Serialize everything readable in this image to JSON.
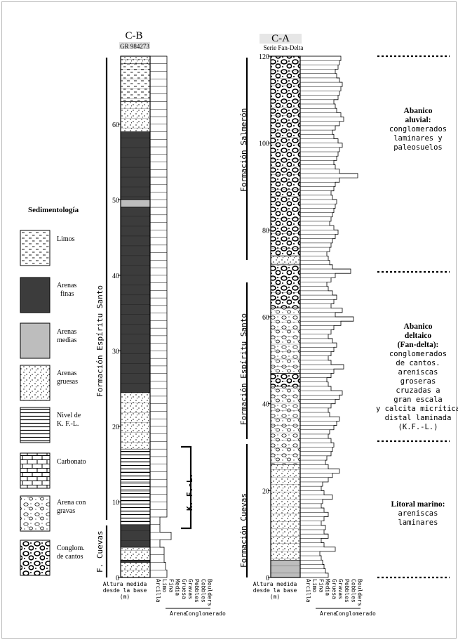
{
  "legend": {
    "title": "Sedimentología",
    "items": [
      {
        "pattern": "limos",
        "label": "Limos"
      },
      {
        "pattern": "arenas-finas",
        "label": "Arenas finas"
      },
      {
        "pattern": "arenas-medias",
        "label": "Arenas medias"
      },
      {
        "pattern": "arenas-gruesas",
        "label": "Arenas gruesas"
      },
      {
        "pattern": "kfl",
        "label": "Nivel de K. F.-L."
      },
      {
        "pattern": "carbonato",
        "label": "Carbonato"
      },
      {
        "pattern": "arena-gravas",
        "label": "Arena con gravas"
      },
      {
        "pattern": "conglom",
        "label": "Conglom. de cantos"
      }
    ]
  },
  "columns": {
    "cb": {
      "title": "C-B",
      "subtitle": "GR 984273",
      "ticks": [
        "0",
        "10",
        "20",
        "30",
        "40",
        "50",
        "60"
      ],
      "formations": [
        "F. Cuevas",
        "Formación Espíritu Santo"
      ],
      "kfl_label": "K. F.-L.",
      "layers": [
        {
          "pattern": "arenas-gruesas",
          "from": 0,
          "to": 2
        },
        {
          "pattern": "arenas-finas",
          "from": 2,
          "to": 2.3
        },
        {
          "pattern": "arenas-gruesas",
          "from": 2.3,
          "to": 4
        },
        {
          "pattern": "arenas-finas",
          "from": 4,
          "to": 7
        },
        {
          "pattern": "kfl",
          "from": 7,
          "to": 17
        },
        {
          "pattern": "arenas-gruesas",
          "from": 17,
          "to": 24.5
        },
        {
          "pattern": "arenas-finas",
          "from": 24.5,
          "to": 49
        },
        {
          "pattern": "arenas-medias",
          "from": 49,
          "to": 50
        },
        {
          "pattern": "arenas-finas",
          "from": 50,
          "to": 59
        },
        {
          "pattern": "arenas-gruesas",
          "from": 59,
          "to": 63
        },
        {
          "pattern": "limos",
          "from": 63,
          "to": 68
        },
        {
          "pattern": "arenas-gruesas",
          "from": 68,
          "to": 69
        }
      ]
    },
    "ca": {
      "title": "C-A",
      "subtitle": "Serie Fan-Delta",
      "ticks": [
        "0",
        "20",
        "40",
        "60",
        "80",
        "100",
        "120"
      ],
      "formations": [
        "Formación Cuevas",
        "Formación Espíritu Santo",
        "Formación Salmerón"
      ],
      "layers": [
        {
          "pattern": "arenas-medias",
          "from": 0,
          "to": 4
        },
        {
          "pattern": "arenas-gruesas",
          "from": 4,
          "to": 26
        },
        {
          "pattern": "arena-gravas",
          "from": 26,
          "to": 44
        },
        {
          "pattern": "conglom",
          "from": 44,
          "to": 47
        },
        {
          "pattern": "arena-gravas",
          "from": 47,
          "to": 62
        },
        {
          "pattern": "conglom",
          "from": 62,
          "to": 72
        },
        {
          "pattern": "arenas-gruesas",
          "from": 72,
          "to": 74
        },
        {
          "pattern": "conglom",
          "from": 74,
          "to": 120
        }
      ]
    }
  },
  "axis": {
    "height_label": [
      "Altura medida",
      "desde la base",
      "(m)"
    ],
    "grain_labels": [
      "Arcilla",
      "Limo",
      "Fina",
      "Media",
      "Gruesa",
      "Gravas",
      "Pebbles",
      "Cobbles",
      "Boulders"
    ],
    "group_arena": "Arena",
    "group_conglomerado": "Conglomerado"
  },
  "interpretations": [
    {
      "title": "Abanico aluvial:",
      "lines": [
        "conglomerados",
        "laminares y",
        "paleosuelos"
      ]
    },
    {
      "title": "Abanico deltaico (Fan-delta):",
      "lines": [
        "conglomerados",
        "de cantos.",
        "areniscas",
        "groseras",
        "cruzadas a",
        "gran escala",
        "y calcita micrítica",
        "distal laminada",
        "(K.F.-L.)"
      ]
    },
    {
      "title": "Litoral marino:",
      "lines": [
        "areniscas",
        "laminares"
      ]
    }
  ],
  "colors": {
    "ink": "#000000",
    "dark": "#3c3c3c",
    "medium": "#bdbdbd"
  }
}
